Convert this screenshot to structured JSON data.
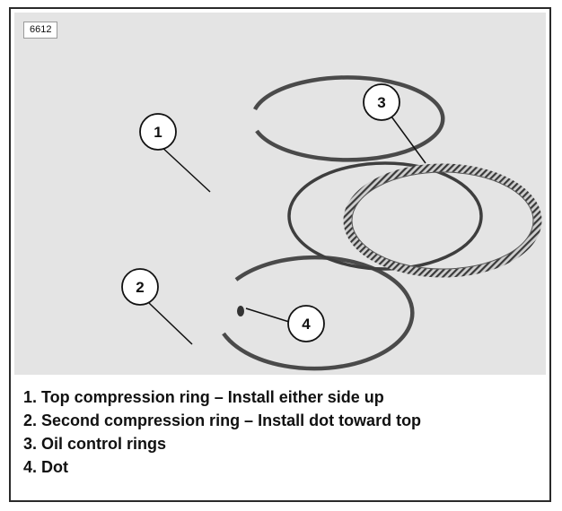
{
  "figure": {
    "id": "6612",
    "callouts": [
      "1",
      "2",
      "3",
      "4"
    ]
  },
  "legend": [
    "1. Top compression ring – Install either side up",
    "2. Second compression ring – Install dot toward top",
    "3. Oil control rings",
    "4. Dot"
  ]
}
